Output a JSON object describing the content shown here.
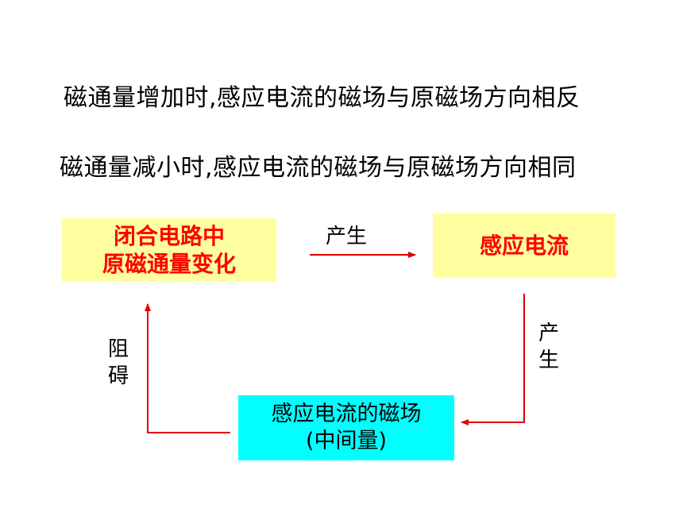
{
  "statements": {
    "line1": "磁通量增加时,感应电流的磁场与原磁场方向相反",
    "line2": "磁通量减小时,感应电流的磁场与原磁场方向相同"
  },
  "boxes": {
    "closed_circuit": {
      "line1": "闭合电路中",
      "line2": "原磁通量变化"
    },
    "induced_current": {
      "label": "感应电流"
    },
    "induced_field": {
      "line1": "感应电流的磁场",
      "line2": "(中间量)"
    }
  },
  "arrow_labels": {
    "top": "产生",
    "right_1": "产",
    "right_2": "生",
    "left_1": "阻",
    "left_2": "碍"
  },
  "colors": {
    "highlight_box": "#ffffa0",
    "field_box": "#00ffff",
    "emphasis_text": "#ff0000",
    "arrow": "#e00000"
  }
}
